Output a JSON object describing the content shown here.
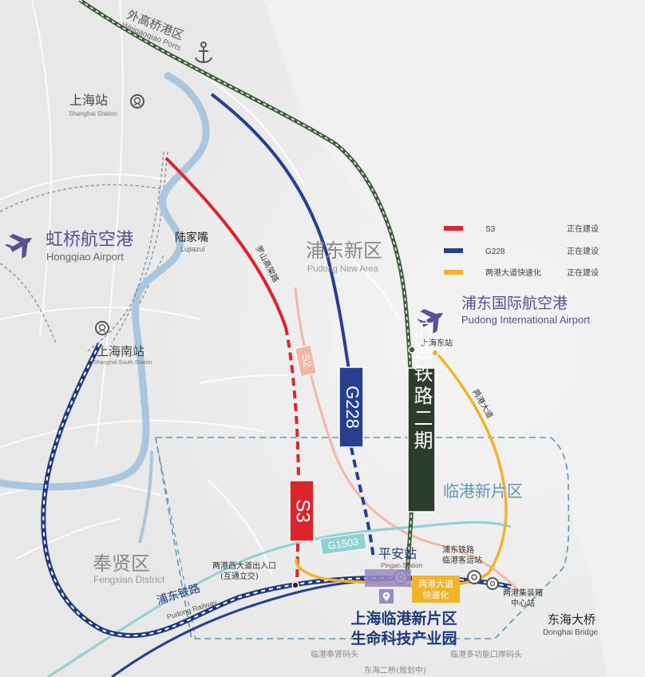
{
  "colors": {
    "background": "#e9e9ea",
    "water": "#a9c6df",
    "s3": "#d9262c",
    "g228": "#273f8f",
    "lianggang": "#f0b32a",
    "rail_green": "#3d5d3a",
    "s2": "#f1b8a9",
    "g1503": "#8fd1d3",
    "zone_border": "#5f97b6",
    "label_purple": "#5c4c92",
    "pudong_railway": "#1f3a7a"
  },
  "districts": {
    "waigaoqiao_cn": "外高桥港区",
    "waigaoqiao_en": "Weigaoqiao Ports",
    "pudong_cn": "浦东新区",
    "pudong_en": "Pudong New Area",
    "fengxian_cn": "奉贤区",
    "fengxian_en": "Fengxian District",
    "lingang_cn": "临港新片区"
  },
  "stations": {
    "shanghai_cn": "上海站",
    "shanghai_en": "Shanghai Station",
    "shanghai_south_cn": "上海南站",
    "shanghai_south_en": "Shanghai South Station",
    "shanghai_east_cn": "上海东站",
    "pingan_cn": "平安站",
    "pingan_en": "Pingan Station",
    "pudong_rail_line1": "浦东铁路",
    "pudong_rail_line2": "临港客运站",
    "lianggang_center_line1": "两港集装箱",
    "lianggang_center_line2": "中心站"
  },
  "airports": {
    "hongqiao_cn": "虹桥航空港",
    "hongqiao_en": "Hongqiao Airport",
    "pudong_cn": "浦东国际航空港",
    "pudong_en": "Pudong International Airport"
  },
  "places": {
    "lujiazui_cn": "陆家嘴",
    "lujiazui_en": "Lujiazui",
    "donghai_cn": "东海大桥",
    "donghai_en": "Donghai Bridge",
    "park_line1": "上海临港新片区",
    "park_line2": "生命科技产业园"
  },
  "road_labels": {
    "luoshan": "罗山高架路",
    "lianggang_dadao": "两港大道",
    "s2": "S2",
    "g228": "G228",
    "hutong_line": "沪通铁路二期",
    "s3": "S3",
    "g1503": "G1503",
    "lianggang_fast_line1": "两港大道",
    "lianggang_fast_line2": "快速化",
    "interchange_line1": "两港西大道出入口",
    "interchange_line2": "(互通立交)",
    "pudong_railway_cn": "浦东铁路",
    "pudong_railway_en": "Pudong Railway"
  },
  "bottom_labels": {
    "fengxian_pier": "临港奉贤码头",
    "multi_pier": "临港多功能口岸码头",
    "donghai_2nd": "东海二桥(规划中)"
  },
  "legend": {
    "items": [
      {
        "name": "S3",
        "status": "正在建设",
        "color": "#d9262c"
      },
      {
        "name": "G228",
        "status": "正在建设",
        "color": "#273f8f"
      },
      {
        "name": "两港大道快速化",
        "status": "正在建设",
        "color": "#f0b32a"
      }
    ]
  }
}
